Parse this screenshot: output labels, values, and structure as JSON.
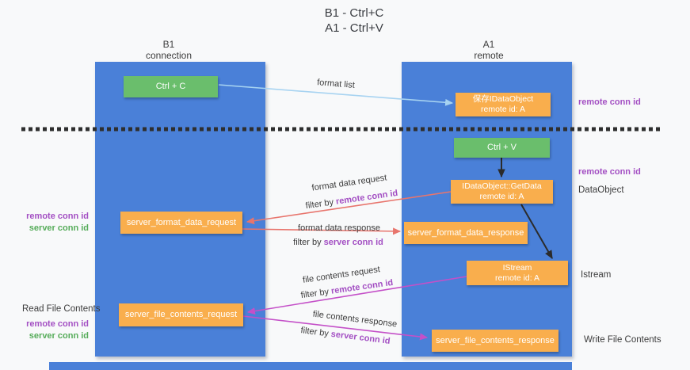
{
  "title": {
    "line1": "B1 - Ctrl+C",
    "line2": "A1 - Ctrl+V"
  },
  "lanes": {
    "left": {
      "title": "B1",
      "subtitle": "connection"
    },
    "right": {
      "title": "A1",
      "subtitle": "remote"
    }
  },
  "nodes": {
    "ctrl_c": {
      "label": "Ctrl + C"
    },
    "ctrl_v": {
      "label": "Ctrl + V"
    },
    "store_dataobject": {
      "line1": "保存IDataObject",
      "line2": "remote id: A"
    },
    "getdata": {
      "line1": "IDataObject::GetData",
      "line2": "remote id: A"
    },
    "istream": {
      "line1": "IStream",
      "line2": "remote id: A"
    },
    "server_format_data_request": {
      "label": "server_format_data_request"
    },
    "server_format_data_response": {
      "label": "server_format_data_response"
    },
    "server_file_contents_request": {
      "label": "server_file_contents_request"
    },
    "server_file_contents_response": {
      "label": "server_file_contents_response"
    }
  },
  "edge_labels": {
    "format_list": "format list",
    "format_data_request": "format data request",
    "format_data_response": "format data response",
    "file_contents_request": "file contents request",
    "file_contents_response": "file contents response",
    "filter_by": "filter by ",
    "remote_conn_id": "remote conn id",
    "server_conn_id": "server conn id"
  },
  "side_labels": {
    "remote_conn_id": "remote conn id",
    "server_conn_id": "server conn id",
    "dataobject": "DataObject",
    "istream": "Istream",
    "read_file_contents": "Read File Contents",
    "write_file_contents": "Write File Contents"
  },
  "colors": {
    "lane_blue": "#4a80d8",
    "node_green": "#6abe6c",
    "node_orange": "#f9ae4d",
    "arrow_lightblue": "#a7d3f1",
    "arrow_red": "#e8756d",
    "arrow_magenta": "#c450c8",
    "arrow_black": "#2b2b2b",
    "text_purple": "#a34fc3",
    "text_green": "#56ac5a"
  }
}
